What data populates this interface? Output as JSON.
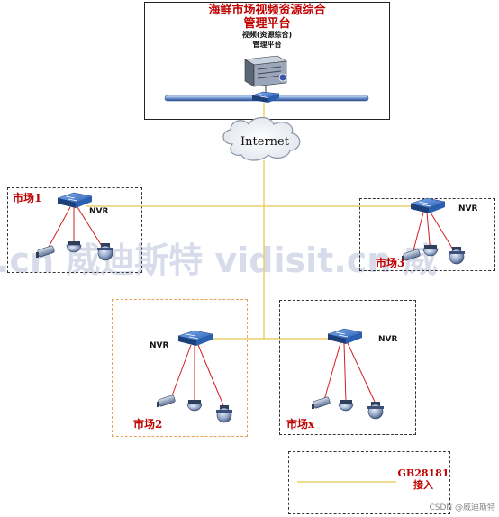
{
  "platform": {
    "title_line1": "海鲜市场视频资源综合",
    "title_line2": "管理平台",
    "server_label_line1": "视频(资源综合)",
    "server_label_line2": "管理平台"
  },
  "internet": {
    "label": "Internet"
  },
  "markets": [
    {
      "id": "market-1",
      "label": "市场1",
      "nvr_label": "NVR",
      "border": "dark"
    },
    {
      "id": "market-3",
      "label": "市场3",
      "nvr_label": "NVR",
      "border": "dark"
    },
    {
      "id": "market-2",
      "label": "市场2",
      "nvr_label": "NVR",
      "border": "orange"
    },
    {
      "id": "market-x",
      "label": "市场x",
      "nvr_label": "NVR",
      "border": "dark"
    }
  ],
  "legend": {
    "line1": "GB28181",
    "line2": "接入"
  },
  "watermark": ".cn 威迪斯特 vidisit.cn 威",
  "credit": "CSDN @威迪斯特",
  "colors": {
    "link_line": "#e8c84a",
    "camera_cable": "#d11f1f",
    "label_red": "#c00000",
    "switch_blue": "#2b5fb0",
    "orange_border": "#e6a460"
  }
}
